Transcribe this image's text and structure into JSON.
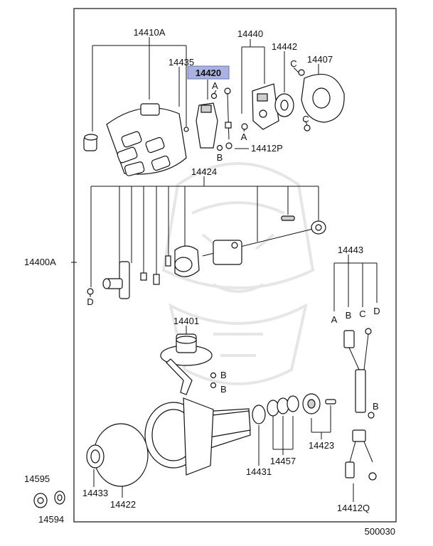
{
  "diagram": {
    "labels": {
      "assembly": "14400A",
      "cap": "14410A",
      "p14435": "14435",
      "rotor_highlighted": "14420",
      "p14440": "14440",
      "p14442": "14442",
      "p14407": "14407",
      "p14412p": "14412P",
      "p14424": "14424",
      "p14443": "14443",
      "p14401": "14401",
      "p14423": "14423",
      "p14457": "14457",
      "p14431": "14431",
      "p14433": "14433",
      "p14422": "14422",
      "p14595": "14595",
      "p14594": "14594",
      "p14412q": "14412Q",
      "figure_number": "500030"
    },
    "letters": {
      "a": "A",
      "b": "B",
      "c": "C",
      "d": "D"
    },
    "highlight_color": "#a9b2e0"
  }
}
